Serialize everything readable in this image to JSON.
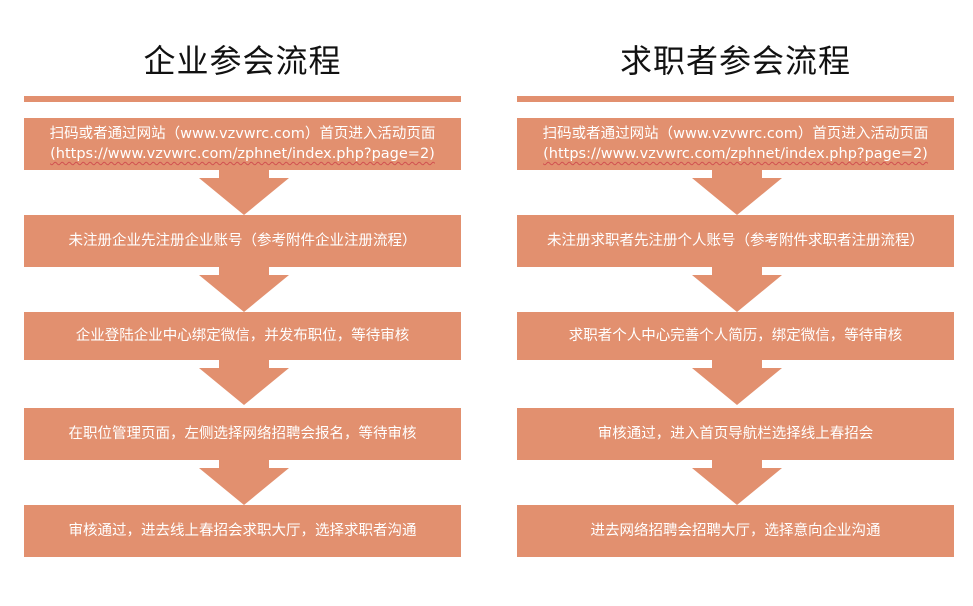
{
  "colors": {
    "box": "#e2906f",
    "text": "#ffffff",
    "title": "#111111"
  },
  "enterprise": {
    "title": "企业参会流程",
    "steps": [
      {
        "line1": "扫码或者通过网站（www.vzvwrc.com）首页进入活动页面",
        "line2": "(https://www.vzvwrc.com/zphnet/index.php?page=2)"
      },
      {
        "line1": "未注册企业先注册企业账号（参考附件企业注册流程）"
      },
      {
        "line1": "企业登陆企业中心绑定微信，并发布职位，等待审核"
      },
      {
        "line1": "在职位管理页面，左侧选择网络招聘会报名，等待审核"
      },
      {
        "line1": "审核通过，进去线上春招会求职大厅，选择求职者沟通"
      }
    ]
  },
  "jobseeker": {
    "title": "求职者参会流程",
    "steps": [
      {
        "line1": "扫码或者通过网站（www.vzvwrc.com）首页进入活动页面",
        "line2": "(https://www.vzvwrc.com/zphnet/index.php?page=2)"
      },
      {
        "line1": "未注册求职者先注册个人账号（参考附件求职者注册流程）"
      },
      {
        "line1": "求职者个人中心完善个人简历，绑定微信，等待审核"
      },
      {
        "line1": "审核通过，进入首页导航栏选择线上春招会"
      },
      {
        "line1": "进去网络招聘会招聘大厅，选择意向企业沟通"
      }
    ]
  }
}
